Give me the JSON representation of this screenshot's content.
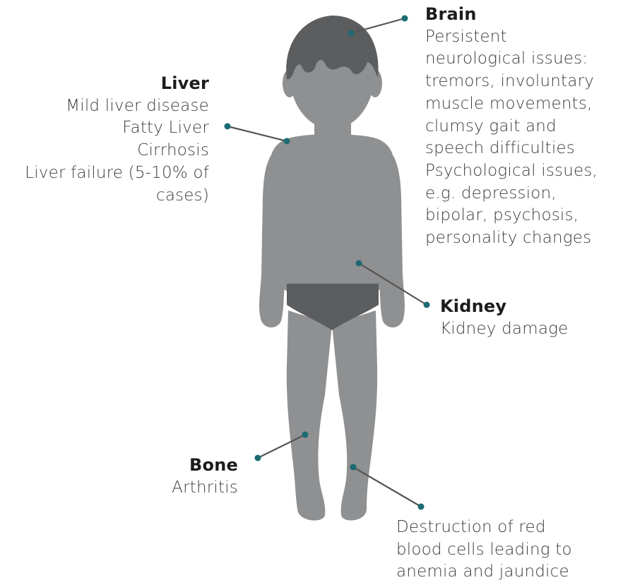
{
  "colors": {
    "body": "#8f9092",
    "hair": "#5c5d5f",
    "underwear": "#5c5d5f",
    "dot": "#1c6b72",
    "connector": "#555555",
    "heading_text": "#1c1c1c",
    "body_text": "#3d3d3d"
  },
  "brain": {
    "heading": "Brain",
    "lines": [
      "Persistent",
      "neurological issues:",
      "tremors, involuntary",
      "muscle movements,",
      "clumsy gait and",
      "speech difficulties",
      "Psychological issues,",
      "e.g. depression,",
      "bipolar, psychosis,",
      "personality changes"
    ]
  },
  "liver": {
    "heading": "Liver",
    "lines": [
      "Mild liver disease",
      "Fatty Liver",
      "Cirrhosis",
      "Liver failure (5-10% of",
      "cases)"
    ]
  },
  "kidney": {
    "heading": "Kidney",
    "lines": [
      "Kidney damage"
    ]
  },
  "bone": {
    "heading": "Bone",
    "lines": [
      "Arthritis"
    ]
  },
  "blood": {
    "lines": [
      "Destruction of red",
      "blood cells leading to",
      "anemia and jaundice"
    ]
  }
}
